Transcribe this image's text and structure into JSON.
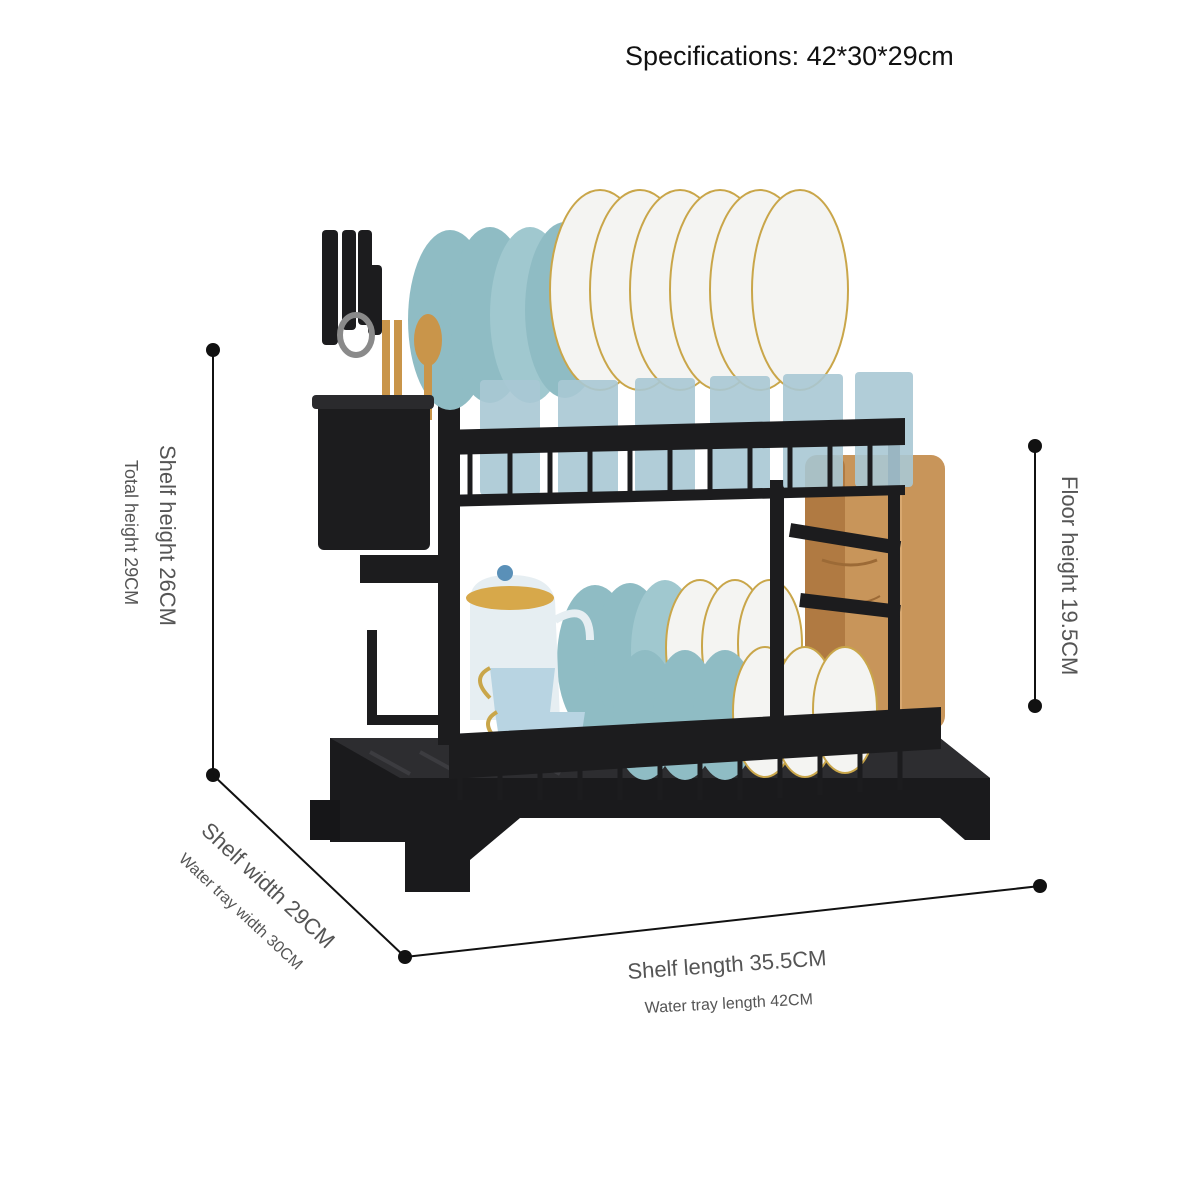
{
  "specifications": "Specifications: 42*30*29cm",
  "dimensions": {
    "shelf_height": "Shelf height 26CM",
    "total_height": "Total height 29CM",
    "floor_height": "Floor height 19.5CM",
    "shelf_width": "Shelf width 29CM",
    "water_tray_width": "Water tray width 30CM",
    "shelf_length": "Shelf length 35.5CM",
    "water_tray_length": "Water tray length 42CM"
  },
  "colors": {
    "rack": "#1c1c1e",
    "plate_blue": "#8fbcc4",
    "plate_white": "#f4f4f2",
    "plate_rim": "#c9a64a",
    "cup": "#a8c8d4",
    "board": "#c8955a",
    "utensil_gold": "#c9954a",
    "dimension_line": "#111111"
  }
}
